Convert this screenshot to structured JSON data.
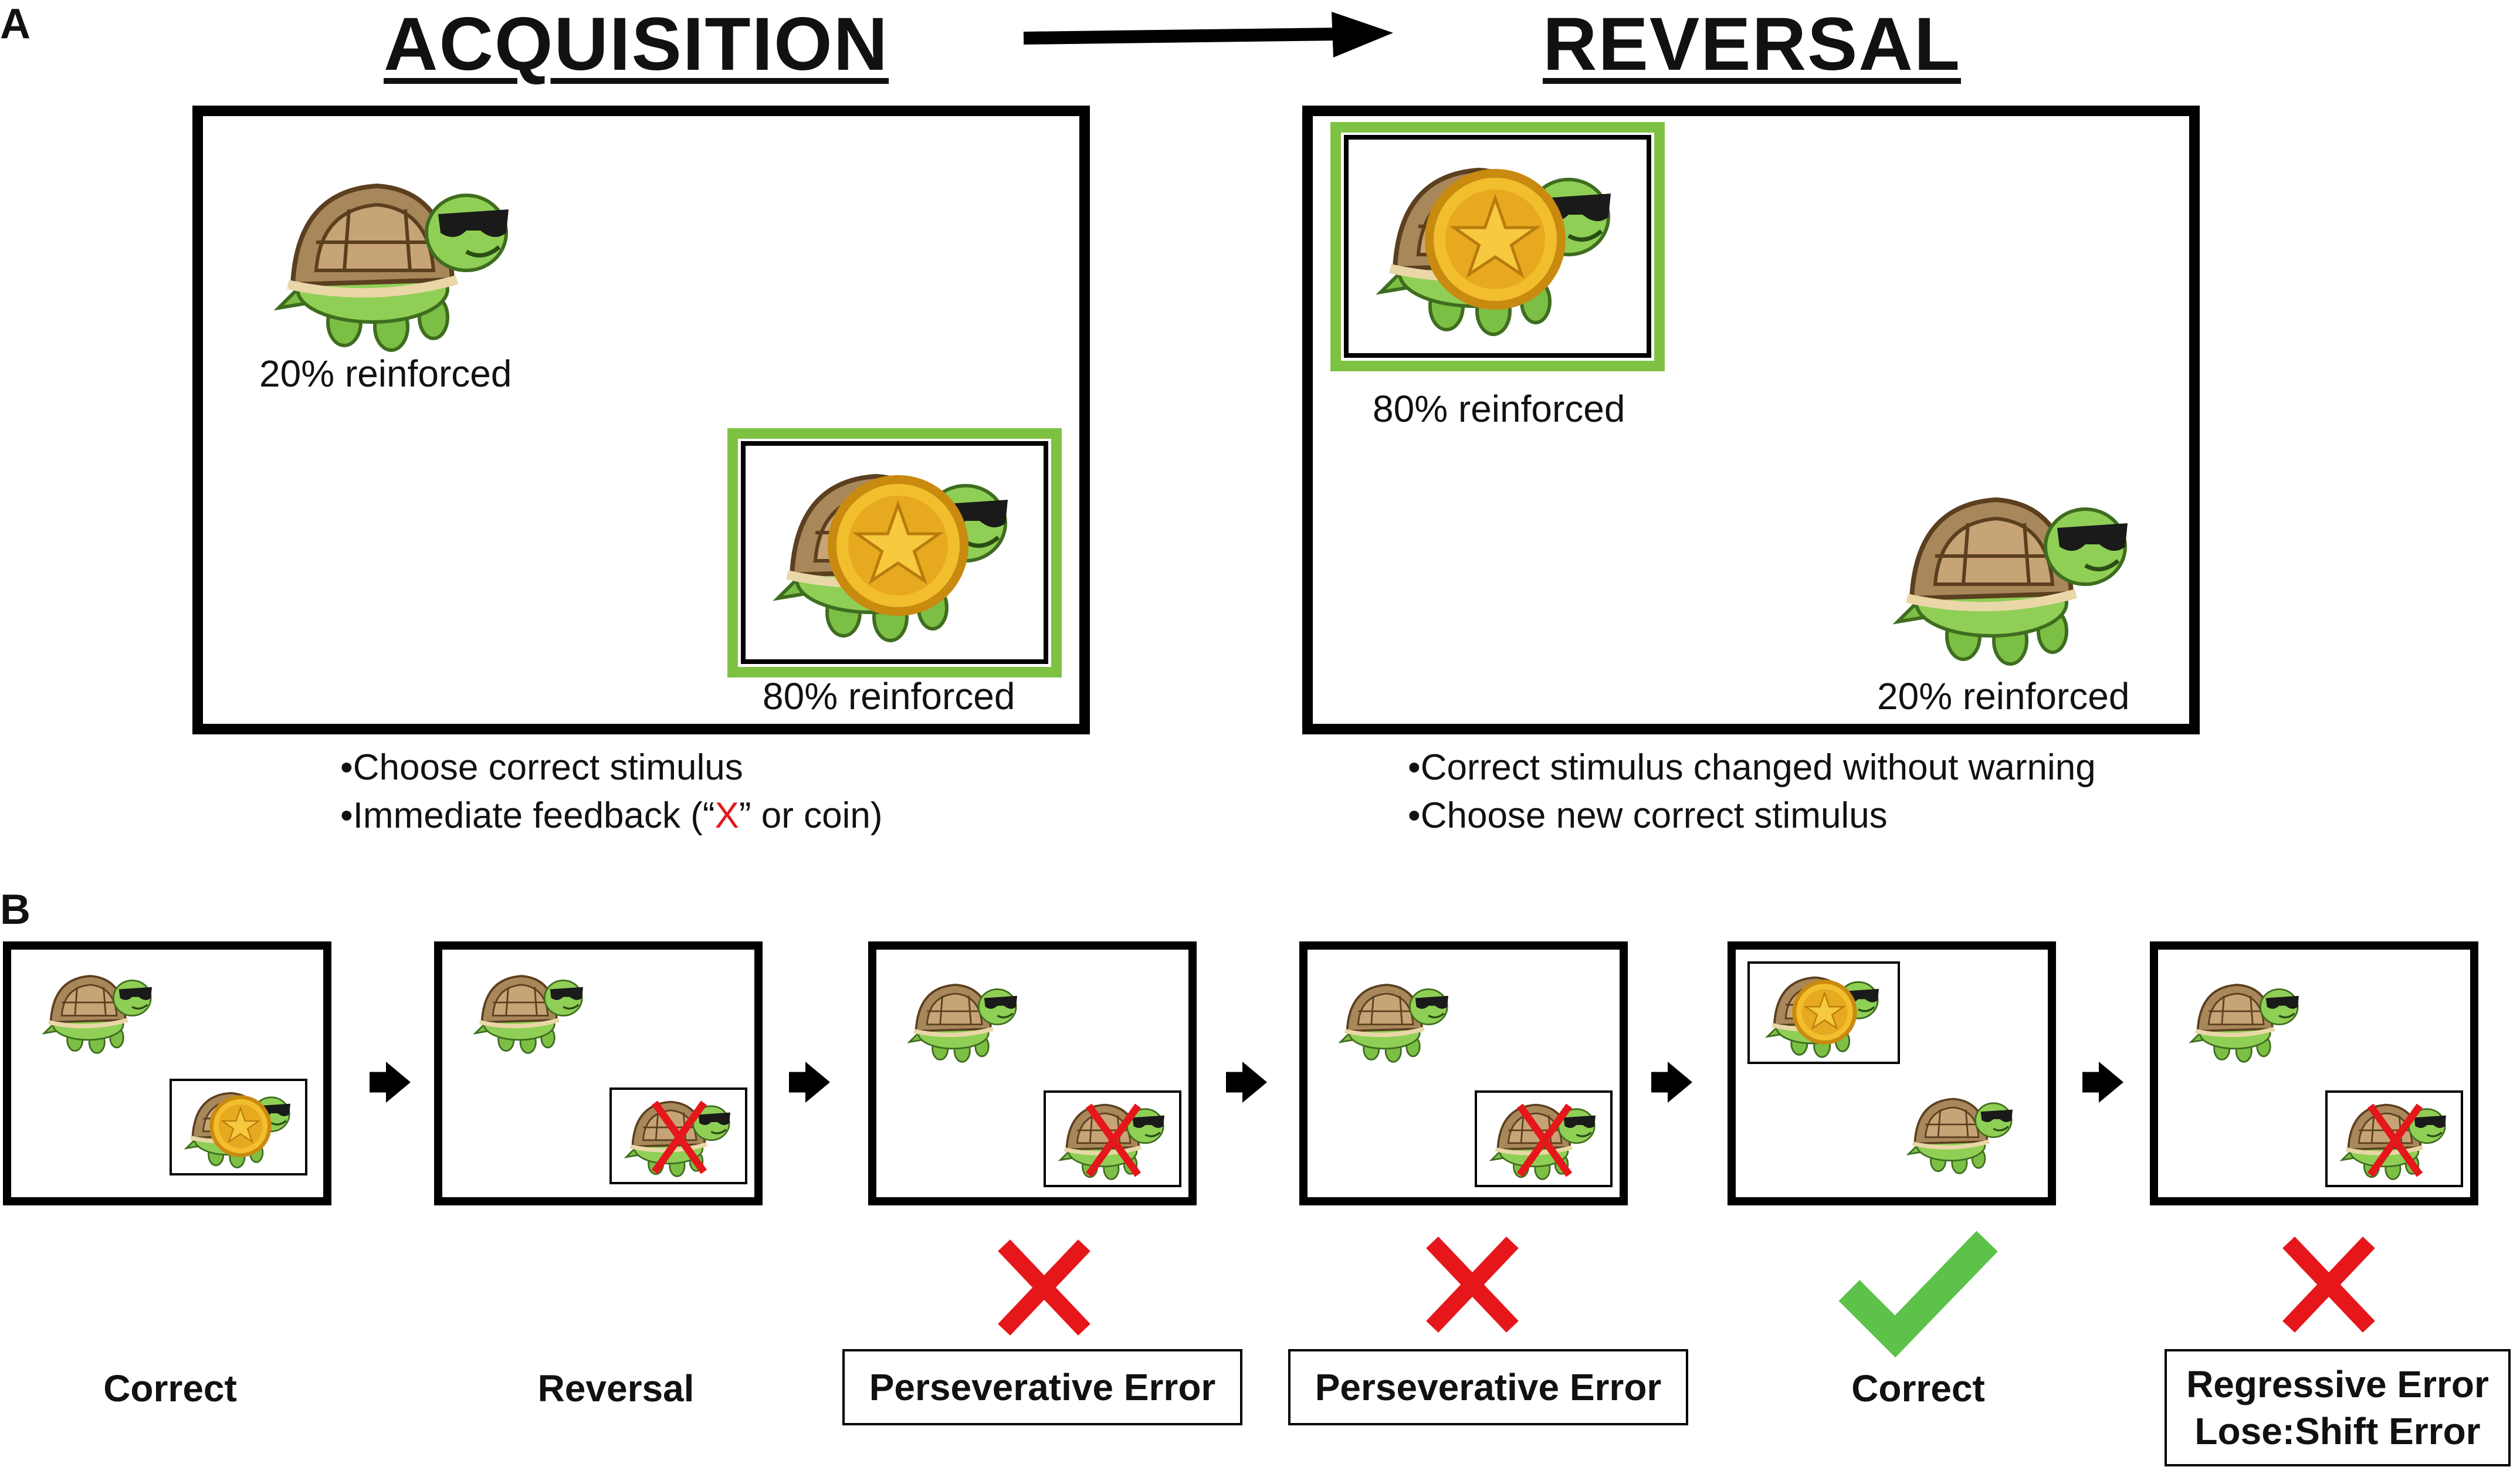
{
  "panel_a": {
    "letter": "A",
    "acquisition": {
      "title": "ACQUISITION",
      "top_label": "20% reinforced",
      "bottom_label": "80% reinforced",
      "bullets": [
        "•Choose correct stimulus"
      ],
      "feedback_prefix": "•Immediate feedback (“",
      "feedback_x": "X",
      "feedback_suffix": "” or coin)"
    },
    "reversal": {
      "title": "REVERSAL",
      "top_label": "80% reinforced",
      "bottom_label": "20% reinforced",
      "bullets": [
        "•Correct stimulus changed without warning",
        "•Choose new correct stimulus"
      ]
    }
  },
  "panel_b": {
    "letter": "B",
    "steps": [
      {
        "label": "Correct"
      },
      {
        "label": "Reversal"
      },
      {
        "label": "Perseverative Error"
      },
      {
        "label": "Perseverative Error"
      },
      {
        "label": "Correct"
      },
      {
        "label_line1": "Regressive Error",
        "label_line2": "Lose:Shift Error"
      }
    ]
  },
  "colors": {
    "green": "#7dc243",
    "red": "#e5171b",
    "check": "#5cc24a",
    "coin": "#e9a81c"
  }
}
